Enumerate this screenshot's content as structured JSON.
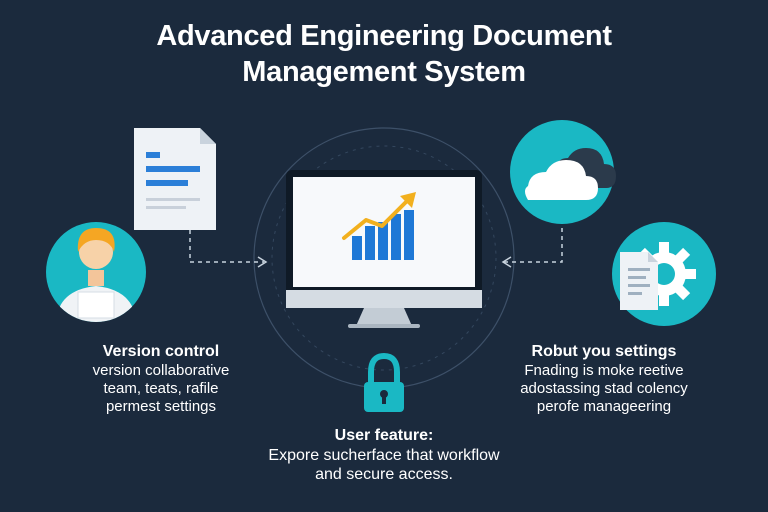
{
  "title": {
    "line1": "Advanced Engineering Document",
    "line2": "Management System"
  },
  "left_block": {
    "heading": "Version control",
    "lines": [
      "version collaborative",
      "team, teats, rafile",
      "permest settings"
    ]
  },
  "right_block": {
    "heading": "Robut you settings",
    "lines": [
      "Fnading is moke reetive",
      "adostassing stad colency",
      "perofe manageering"
    ]
  },
  "bottom_block": {
    "heading": "User feature:",
    "lines": [
      "Expore sucherface that workflow",
      "and secure access."
    ]
  },
  "icons": [
    "document-icon",
    "user-avatar-icon",
    "monitor-icon",
    "bar-chart-icon",
    "cloud-icon",
    "document-gear-icon",
    "padlock-icon"
  ],
  "colors": {
    "background": "#1b2a3d",
    "teal": "#1ab8c4",
    "bars": "#1e78d6",
    "trend_arrow": "#f2b01e",
    "avatar_hair": "#f5a623"
  }
}
